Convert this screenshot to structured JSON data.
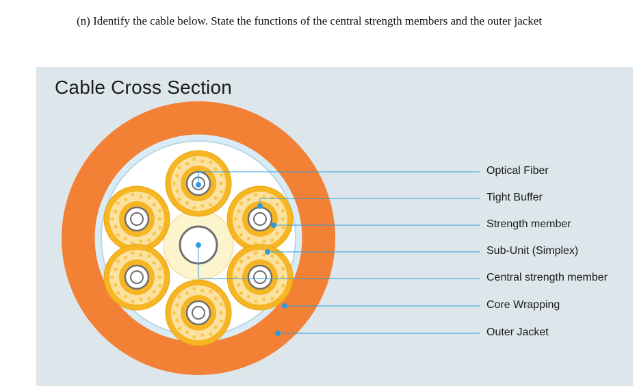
{
  "question": {
    "text": "(n) Identify the cable below. State the functions of the central strength members and the outer jacket"
  },
  "diagram": {
    "title": "Cable Cross Section",
    "labels": [
      "Optical Fiber",
      "Tight Buffer",
      "Strength member",
      "Sub-Unit (Simplex)",
      "Central strength member",
      "Core Wrapping",
      "Outer Jacket"
    ],
    "colors": {
      "background": "#dde6eb",
      "outer_jacket": "#f28035",
      "core_wrapping": "#d9ecf5",
      "sub_unit": "#f6b624",
      "strength_fiber": "#fce2a0",
      "tight_buffer": "#ffffff",
      "central_member": "#fbf4cc",
      "fiber_dot": "#2d9cdb",
      "leader_line": "#2d9cdb",
      "core_fill": "#ffffff"
    }
  }
}
